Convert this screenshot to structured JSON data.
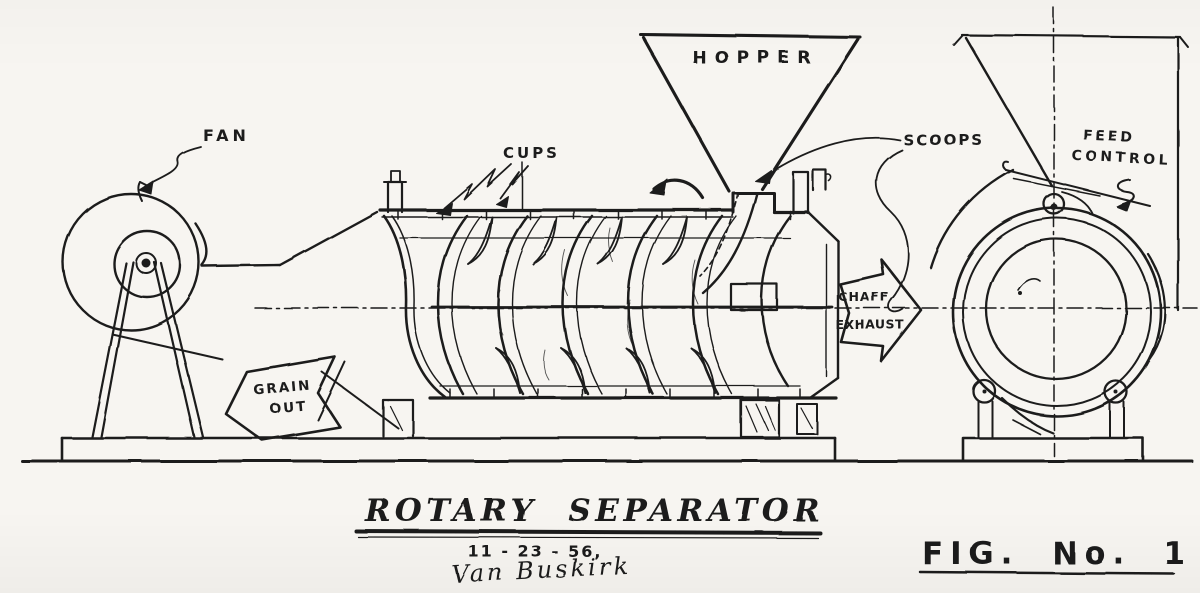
{
  "figure": {
    "title": "ROTARY SEPARATOR",
    "date": "11 - 23 - 56,",
    "signature": "Van Buskirk",
    "figure_number": "FIG. No. 1"
  },
  "labels": {
    "fan": "FAN",
    "cups": "CUPS",
    "hopper": "HOPPER",
    "scoops": "SCOOPS",
    "feed_control": [
      "FEED",
      "CONTROL"
    ],
    "chaff_exhaust": [
      "CHAFF",
      "EXHAUST"
    ],
    "grain_out": [
      "GRAIN",
      "OUT"
    ]
  },
  "colors": {
    "ink": "#1c1c1c",
    "paper": "#f7f5f1"
  }
}
